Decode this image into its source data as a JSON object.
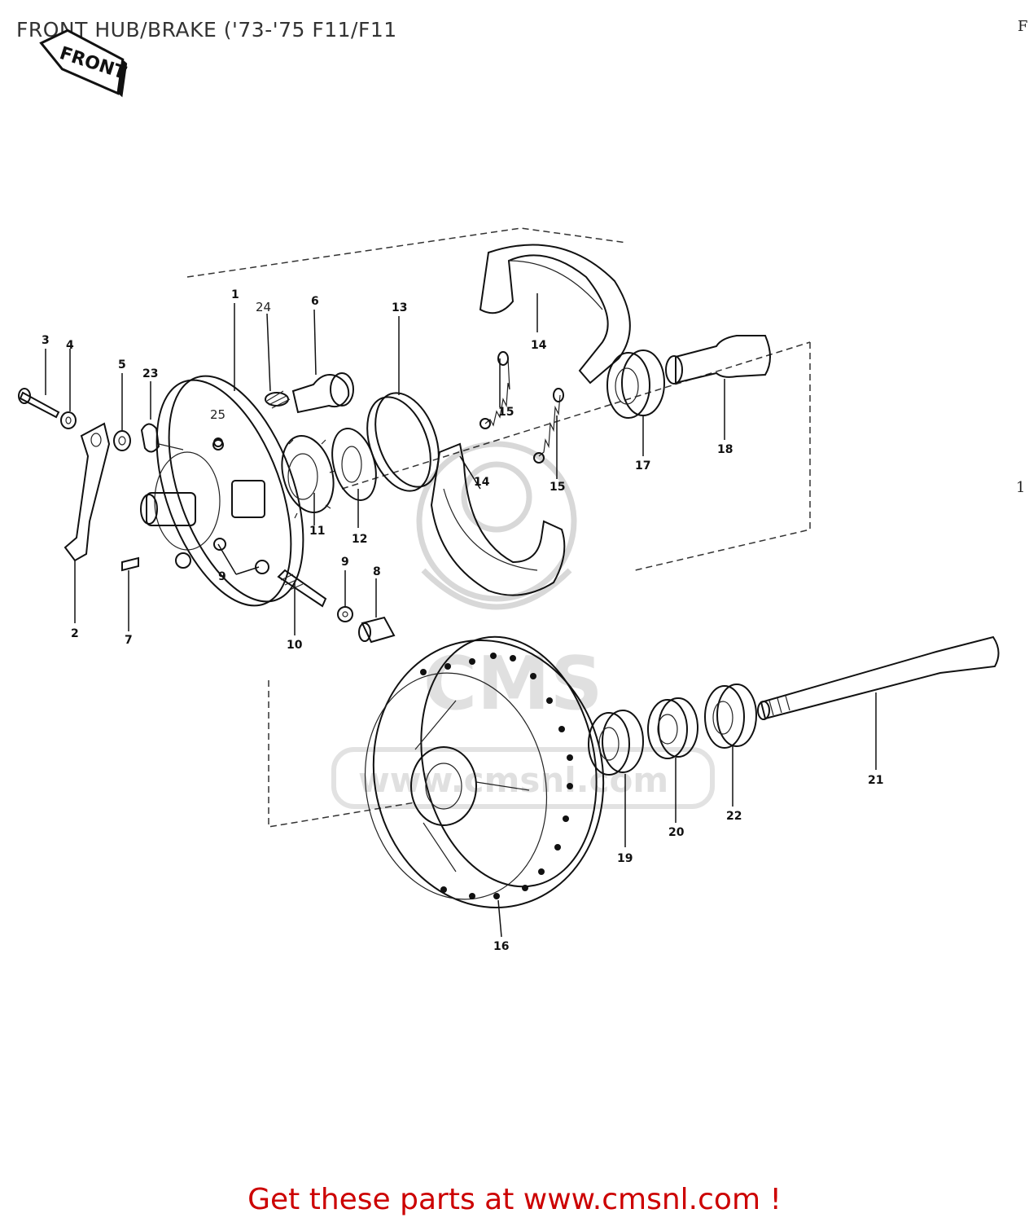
{
  "title": "FRONT HUB/BRAKE ('73-'75 F11/F11",
  "edge_marks": {
    "top_right": "F",
    "mid_right": "1"
  },
  "front_arrow_label": "FRONT",
  "watermark": {
    "brand": "CMS",
    "url": "www.cmsnl.com"
  },
  "callouts": {
    "c1": "1",
    "c2": "2",
    "c3": "3",
    "c4": "4",
    "c5": "5",
    "c6": "6",
    "c7": "7",
    "c8": "8",
    "c9a": "9",
    "c9b": "9",
    "c10": "10",
    "c11": "11",
    "c12": "12",
    "c13": "13",
    "c14a": "14",
    "c14b": "14",
    "c15a": "15",
    "c15b": "15",
    "c16": "16",
    "c17": "17",
    "c18": "18",
    "c19": "19",
    "c20": "20",
    "c21": "21",
    "c22": "22",
    "c23": "23",
    "c24": "24",
    "c25": "25"
  },
  "footer": "Get these parts at www.cmsnl.com !",
  "colors": {
    "footer": "#cc0000",
    "line": "#111111",
    "watermark": "#d8d8d8"
  }
}
